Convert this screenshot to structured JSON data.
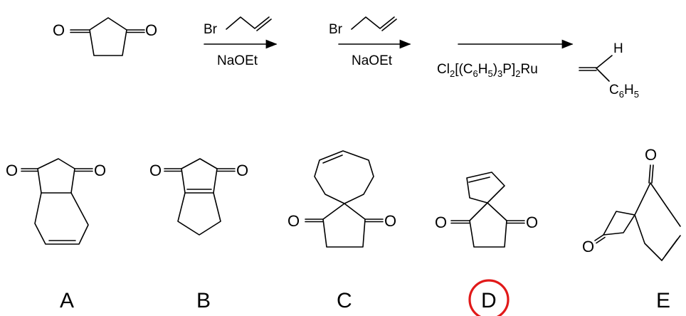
{
  "scheme": {
    "start_atoms": {
      "o_left": "O",
      "o_right": "O"
    },
    "step1": {
      "br": "Br",
      "reagent": "NaOEt"
    },
    "step2": {
      "br": "Br",
      "reagent": "NaOEt"
    },
    "step3": {
      "cl": "Cl",
      "cl_n": "2",
      "ph": "[(C",
      "ph_n1": "6",
      "h": "H",
      "ph_n2": "5",
      "p": ")",
      "p_n": "3",
      "p2": "P]",
      "p2_n": "2",
      "ru": "Ru",
      "h_atom": "H",
      "c6": "C",
      "c6_n": "6",
      "c6_h": "H",
      "c6_hn": "5"
    }
  },
  "choices": [
    {
      "letter": "A",
      "atoms": [
        "O",
        "O"
      ]
    },
    {
      "letter": "B",
      "atoms": [
        "O",
        "O"
      ]
    },
    {
      "letter": "C",
      "atoms": [
        "O",
        "O"
      ]
    },
    {
      "letter": "D",
      "atoms": [
        "O",
        "O"
      ],
      "highlighted": true
    },
    {
      "letter": "E",
      "atoms": [
        "O",
        "O"
      ]
    }
  ],
  "colors": {
    "highlight": "#e11919",
    "ink": "#000000"
  }
}
